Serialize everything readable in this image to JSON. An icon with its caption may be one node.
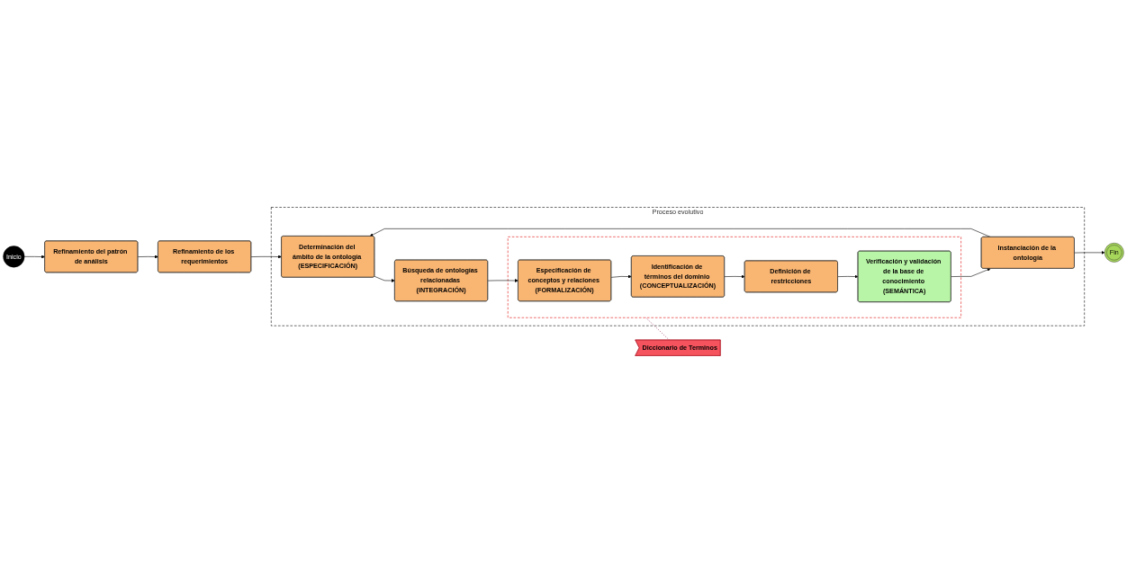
{
  "diagram": {
    "nodes": [
      {
        "text": [
          "Inicio"
        ]
      },
      {
        "text": [
          "Refinamiento del patrón de análisis"
        ]
      },
      {
        "text": [
          "Refinamiento de los requerimientos"
        ]
      },
      {
        "text": [
          "Proceso evolutivo"
        ]
      },
      {
        "text": [
          "Búsqueda de ontologías relacionadas (INTEGRACIÓN)"
        ],
        "in": 3
      },
      {
        "text": [
          "Determinación del ámbito de la ontología (ESPECIFICACIÓN)"
        ],
        "in": 3
      },
      {
        "text": [
          "Instanciación de la ontología"
        ],
        "in": 3
      },
      {
        "text": [],
        "shape": "box",
        "in": 3
      },
      {
        "text": [
          "Especificación de conceptos y relaciones (FORMALIZACIÓN)"
        ],
        "in": 7
      },
      {
        "text": [
          "Identificación de términos del dominio (CONCEPTUALIZACIÓN)"
        ],
        "in": 7
      },
      {
        "text": [
          "Definición de restricciones"
        ],
        "in": 7
      },
      {
        "text": [
          "Verificación y validación de la base de conocimiento (SEMÁNTICA)"
        ],
        "in": 7
      },
      {
        "text": [
          "Diccionario de Terminos"
        ]
      },
      {
        "text": [
          "Fin"
        ]
      }
    ],
    "edges": [
      {
        "from": 0,
        "to": 1,
        "arrow": "to"
      },
      {
        "from": 1,
        "to": 2,
        "arrow": "to"
      },
      {
        "from": 2,
        "to": 5,
        "arrow": "to"
      },
      {
        "from": 5,
        "to": 4,
        "arrow": "to"
      },
      {
        "from": 4,
        "to": 8,
        "arrow": "to"
      },
      {
        "from": 8,
        "to": 9,
        "arrow": "to"
      },
      {
        "from": 9,
        "to": 10,
        "arrow": "to"
      },
      {
        "from": 10,
        "to": 11,
        "arrow": "to"
      },
      {
        "from": 11,
        "to": 6,
        "arrow": "to"
      },
      {
        "from": 6,
        "to": 5,
        "arrow": "to"
      },
      {
        "from": 6,
        "to": 13,
        "arrow": "to"
      },
      {
        "from": 7,
        "to": 12,
        "arrow": "none",
        "style": "dashed",
        "color": "#993366"
      }
    ]
  }
}
